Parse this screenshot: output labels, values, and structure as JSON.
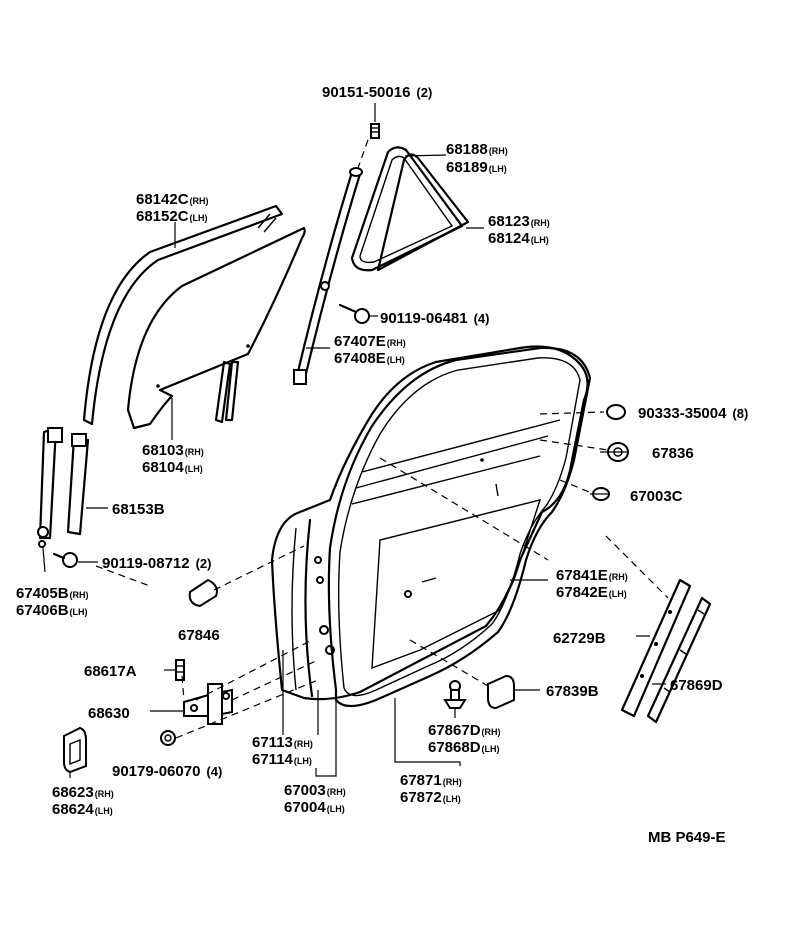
{
  "diagram": {
    "code": "MB P649-E",
    "parts": [
      {
        "id": "p1",
        "number": "90151-50016",
        "qty": "(2)"
      },
      {
        "id": "p2",
        "number": "68188",
        "side": "(RH)"
      },
      {
        "id": "p3",
        "number": "68189",
        "side": "(LH)"
      },
      {
        "id": "p4",
        "number": "68142C",
        "side": "(RH)"
      },
      {
        "id": "p5",
        "number": "68152C",
        "side": "(LH)"
      },
      {
        "id": "p6",
        "number": "68123",
        "side": "(RH)"
      },
      {
        "id": "p7",
        "number": "68124",
        "side": "(LH)"
      },
      {
        "id": "p8",
        "number": "90119-06481",
        "qty": "(4)"
      },
      {
        "id": "p9",
        "number": "67407E",
        "side": "(RH)"
      },
      {
        "id": "p10",
        "number": "67408E",
        "side": "(LH)"
      },
      {
        "id": "p11",
        "number": "90333-35004",
        "qty": "(8)"
      },
      {
        "id": "p12",
        "number": "68103",
        "side": "(RH)"
      },
      {
        "id": "p13",
        "number": "68104",
        "side": "(LH)"
      },
      {
        "id": "p14",
        "number": "67836"
      },
      {
        "id": "p15",
        "number": "67003C"
      },
      {
        "id": "p16",
        "number": "68153B"
      },
      {
        "id": "p17",
        "number": "90119-08712",
        "qty": "(2)"
      },
      {
        "id": "p18",
        "number": "67405B",
        "side": "(RH)"
      },
      {
        "id": "p19",
        "number": "67406B",
        "side": "(LH)"
      },
      {
        "id": "p20",
        "number": "67841E",
        "side": "(RH)"
      },
      {
        "id": "p21",
        "number": "67842E",
        "side": "(LH)"
      },
      {
        "id": "p22",
        "number": "67846"
      },
      {
        "id": "p23",
        "number": "62729B"
      },
      {
        "id": "p24",
        "number": "68617A"
      },
      {
        "id": "p25",
        "number": "67839B"
      },
      {
        "id": "p26",
        "number": "67869D"
      },
      {
        "id": "p27",
        "number": "68630"
      },
      {
        "id": "p28",
        "number": "67867D",
        "side": "(RH)"
      },
      {
        "id": "p29",
        "number": "67868D",
        "side": "(LH)"
      },
      {
        "id": "p30",
        "number": "67113",
        "side": "(RH)"
      },
      {
        "id": "p31",
        "number": "67114",
        "side": "(LH)"
      },
      {
        "id": "p32",
        "number": "90179-06070",
        "qty": "(4)"
      },
      {
        "id": "p33",
        "number": "68623",
        "side": "(RH)"
      },
      {
        "id": "p34",
        "number": "68624",
        "side": "(LH)"
      },
      {
        "id": "p35",
        "number": "67003",
        "side": "(RH)"
      },
      {
        "id": "p36",
        "number": "67004",
        "side": "(LH)"
      },
      {
        "id": "p37",
        "number": "67871",
        "side": "(RH)"
      },
      {
        "id": "p38",
        "number": "67872",
        "side": "(LH)"
      }
    ]
  }
}
